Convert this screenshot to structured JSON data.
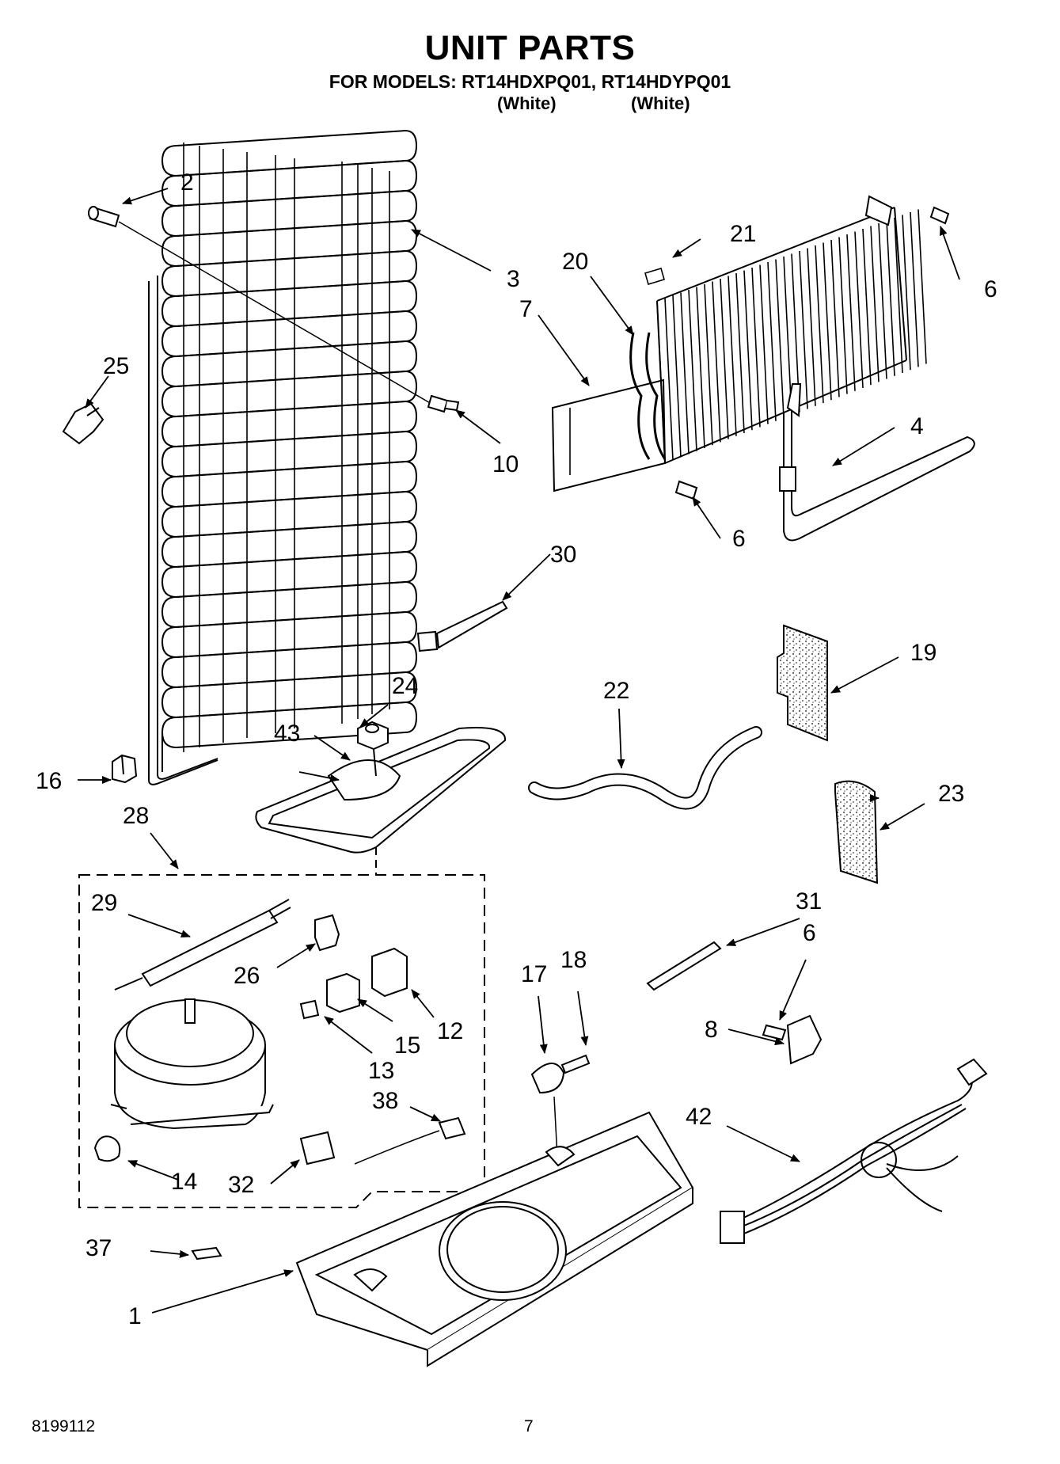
{
  "header": {
    "title": "UNIT PARTS",
    "models_line": "FOR MODELS: RT14HDXPQ01, RT14HDYPQ01",
    "variant_1": "(White)",
    "variant_2": "(White)"
  },
  "footer": {
    "doc_number": "8199112",
    "page_number": "7"
  },
  "callouts": {
    "c1": "1",
    "c2": "2",
    "c3": "3",
    "c4": "4",
    "c6a": "6",
    "c6b": "6",
    "c6c": "6",
    "c7": "7",
    "c8": "8",
    "c10": "10",
    "c12": "12",
    "c13": "13",
    "c14": "14",
    "c15": "15",
    "c16": "16",
    "c17": "17",
    "c18": "18",
    "c19": "19",
    "c20": "20",
    "c21": "21",
    "c22": "22",
    "c23": "23",
    "c24": "24",
    "c25": "25",
    "c26": "26",
    "c28": "28",
    "c29": "29",
    "c30": "30",
    "c31": "31",
    "c32": "32",
    "c37": "37",
    "c38": "38",
    "c42": "42",
    "c43": "43"
  }
}
